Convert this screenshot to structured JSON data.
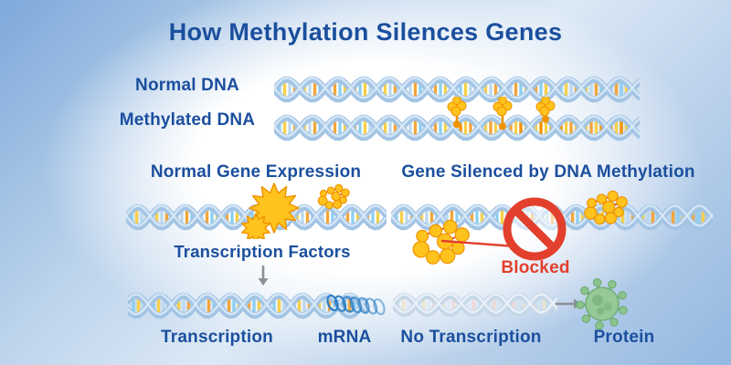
{
  "title": "How Methylation Silences Genes",
  "legend": {
    "normal_dna": "Normal DNA",
    "methylated_dna": "Methylated DNA"
  },
  "left_panel": {
    "title": "Normal Gene Expression",
    "factors": "Transcription Factors",
    "transcription": "Transcription",
    "mrna": "mRNA"
  },
  "right_panel": {
    "title": "Gene Silenced by DNA Methylation",
    "blocked": "Blocked",
    "no_transcription": "No Transcription",
    "protein": "Protein"
  },
  "icons": {
    "down_arrow": "down-arrow-icon",
    "right_arrow": "right-arrow-icon",
    "blocked_sign": "prohibition-sign-icon",
    "mrna_coil": "mrna-coil-icon",
    "protein_blob": "protein-icon",
    "methyl_cluster": "methyl-group-cluster",
    "transcription_factor": "transcription-factor-icon"
  },
  "colors": {
    "heading_blue": "#1b4f9e",
    "blocked_red": "#e2402c",
    "methyl_yellow": "#ffc31e",
    "methyl_orange": "#f09400",
    "base_orange": "#f2a63b",
    "base_blue": "#8ecff0",
    "base_yellow": "#f6d04b",
    "base_pale_blue": "#bdd9ee",
    "strand_blue": "#a3c4e4",
    "strand_highlight": "#d9eaf7",
    "strand_pale": "#c6d8e8",
    "protein_green": "#8cc48e",
    "protein_green_dark": "#6aa86e",
    "arrow_gray": "#8b9096",
    "mrna_blue": "#2e7fc4",
    "bond_red": "#e8452f"
  }
}
